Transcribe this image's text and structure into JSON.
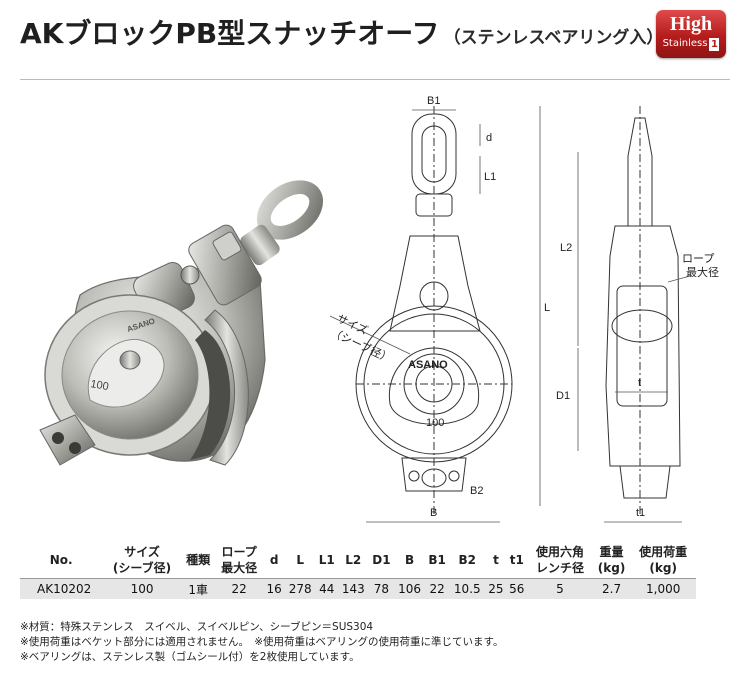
{
  "header": {
    "title_main": "AKブロックPB型スナッチオーフ",
    "title_sub": "（ステンレスベアリング入）",
    "badge_top": "High",
    "badge_bottom": "Stainless",
    "badge_number": "1"
  },
  "photo": {
    "sheave_number": "100",
    "brand_mark": "ASANO"
  },
  "drawing": {
    "labels": {
      "b1": "B1",
      "d": "d",
      "l1": "L1",
      "l2": "L2",
      "l": "L",
      "size_line1": "サイズ",
      "size_line2": "（シーブ径）",
      "rope_line1": "ロープ",
      "rope_line2": "最大径",
      "brand": "ASANO",
      "sheave": "100",
      "d1": "D1",
      "t": "t",
      "b2": "B2",
      "b": "B",
      "t1": "t1"
    }
  },
  "table": {
    "headers": [
      {
        "l1": "No.",
        "l2": ""
      },
      {
        "l1": "サイズ",
        "l2": "(シーブ径)"
      },
      {
        "l1": "種類",
        "l2": ""
      },
      {
        "l1": "ロープ",
        "l2": "最大径"
      },
      {
        "l1": "d",
        "l2": ""
      },
      {
        "l1": "L",
        "l2": ""
      },
      {
        "l1": "L1",
        "l2": ""
      },
      {
        "l1": "L2",
        "l2": ""
      },
      {
        "l1": "D1",
        "l2": ""
      },
      {
        "l1": "B",
        "l2": ""
      },
      {
        "l1": "B1",
        "l2": ""
      },
      {
        "l1": "B2",
        "l2": ""
      },
      {
        "l1": "t",
        "l2": ""
      },
      {
        "l1": "t1",
        "l2": ""
      },
      {
        "l1": "使用六角",
        "l2": "レンチ径"
      },
      {
        "l1": "重量",
        "l2": "(kg)"
      },
      {
        "l1": "使用荷重",
        "l2": "(kg)"
      }
    ],
    "row": [
      "AK10202",
      "100",
      "1車",
      "22",
      "16",
      "278",
      "44",
      "143",
      "78",
      "106",
      "22",
      "10.5",
      "25",
      "56",
      "5",
      "2.7",
      "1,000"
    ]
  },
  "notes": [
    "※材質：特殊ステンレス　スイベル、スイベルピン、シーブピン＝SUS304",
    "※使用荷重はベケット部分には適用されません。　※使用荷重はベアリングの使用荷重に準じています。",
    "※ベアリングは、ステンレス製（ゴムシール付）を2枚使用しています。"
  ]
}
